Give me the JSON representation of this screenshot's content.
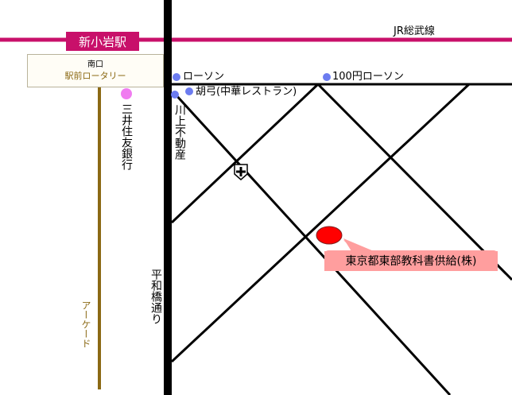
{
  "colors": {
    "rail": "#c8106a",
    "roads": "#000000",
    "arcade": "#8b6914",
    "gold_text": "#8b6914",
    "poi_dot": "#6c7cf0",
    "bank_dot": "#f07cf0",
    "target_dot": "#ff0000",
    "callout_fill": "#ff9e9e",
    "callout_stroke": "#7a2020"
  },
  "rail": {
    "line_name": "JR総武線",
    "station_name": "新小岩駅"
  },
  "rotary": {
    "exit": "南口",
    "name": "駅前ロータリー"
  },
  "poi": {
    "lawson_1": "ローソン",
    "lawson_2": "100円ローソン",
    "hu_gong": "胡弓(中華レストラン)"
  },
  "vertical": {
    "bank": "三井住友銀行",
    "realtor": "川上不動産",
    "street": "平和橋通り",
    "arcade": "アーケード"
  },
  "destination": {
    "label": "東京都東部教科書供給(株)"
  },
  "icons": {
    "hospital": "hospital-cross-icon",
    "dot": "circle-marker-icon"
  }
}
